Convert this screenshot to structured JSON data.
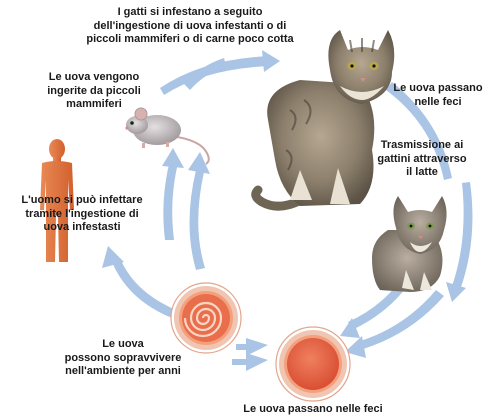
{
  "labels": {
    "top": [
      "I gatti si infestano a seguito",
      "dell'ingestione di uova infestanti o di",
      "piccoli mammiferi o di carne poco cotta"
    ],
    "mammals": [
      "Le uova vengono",
      "ingerite da piccoli",
      "mammiferi"
    ],
    "feces_right": [
      "Le uova passano",
      "nelle feci"
    ],
    "kittens": [
      "Trasmissione ai",
      "gattini attraverso",
      "il latte"
    ],
    "human": [
      "L'uomo si può infettare",
      "tramite l'ingestione di",
      "uova infestasti"
    ],
    "environment": [
      "Le uova",
      "possono sopravvivere",
      "nell'ambiente per anni"
    ],
    "feces_bottom": [
      "Le uova passano nelle feci"
    ]
  },
  "colors": {
    "arrow": "#a9c4e4",
    "egg_ring": "#d98a6a",
    "egg_fill": "#e8654a",
    "human": "#e0703f"
  },
  "icons": [
    "human-silhouette-icon",
    "mouse-icon",
    "adult-cat-icon",
    "kitten-icon",
    "egg-with-larva-icon",
    "egg-cell-icon"
  ]
}
